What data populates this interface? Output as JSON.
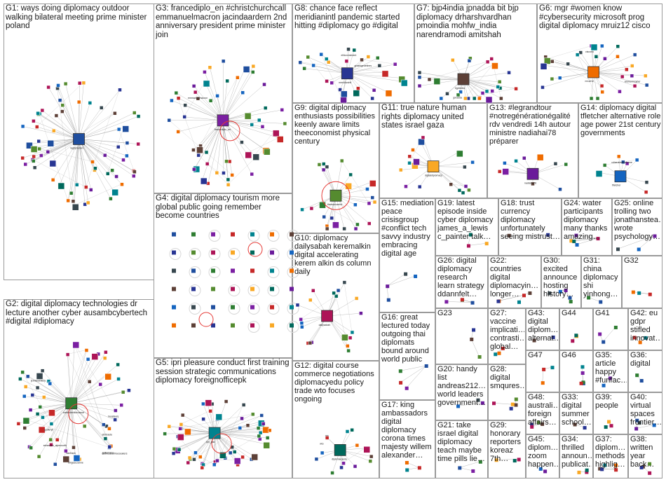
{
  "groups": [
    {
      "id": "G1",
      "label": "G1: ways doing diplomacy outdoor walking bilateral meeting prime minister poland"
    },
    {
      "id": "G2",
      "label": "G2: digital diplomacy technologies dr lecture another cyber ausambcybertech #digital #diplomacy"
    },
    {
      "id": "G3",
      "label": "G3: francediplo_en #christchurchcall emmanuelmacron jacindaardern 2nd anniversary president prime minister join"
    },
    {
      "id": "G4",
      "label": "G4: digital diplomacy tourism more global public going remember become countries"
    },
    {
      "id": "G5",
      "label": "G5: ipri pleasure conduct first training session strategic communications diplomacy foreignofficepk"
    },
    {
      "id": "G6",
      "label": "G6: mgr #women know #cybersecurity microsoft prog digital diplomacy mruiz12 cisco"
    },
    {
      "id": "G7",
      "label": "G7: bjp4india jpnadda bit bjp diplomacy drharshvardhan pmoindia mohfw_india narendramodi amitshah"
    },
    {
      "id": "G8",
      "label": "G8: chance face reflect meridianintl pandemic started hitting #diplomacy go #digital"
    },
    {
      "id": "G9",
      "label": "G9: digital diplomacy enthusiasts possibilities keenly aware limits theeconomist physical century"
    },
    {
      "id": "G10",
      "label": "G10: diplomacy dailysabah keremalkin digital accelerating kerem alkin ds column daily"
    },
    {
      "id": "G11",
      "label": "G11: true nature human rights diplomacy united states israel gaza"
    },
    {
      "id": "G12",
      "label": "G12: digital course commerce negotiations diplomacyedu policy trade wto focuses ongoing"
    },
    {
      "id": "G13",
      "label": "G13: #legrandtour #notregénérationégalité rdv vendredi 14h autour ministre nadiahai78 préparer"
    },
    {
      "id": "G14",
      "label": "G14: diplomacy digital tfletcher alternative role age power 21st century governments"
    },
    {
      "id": "G15",
      "label": "G15: mediation peace crisisgroup #conflict tech savvy industry embracing digital age"
    },
    {
      "id": "G16",
      "label": "G16: great lectured today outgoing thai diplomats bound around world public"
    },
    {
      "id": "G17",
      "label": "G17: king ambassadors digital diplomacy corona times majesty willem alexander…"
    },
    {
      "id": "G18",
      "label": "G18: trust currency diplomacy unfortunately seeing mistrust…"
    },
    {
      "id": "G19",
      "label": "G19: latest episode inside cyber diplomacy james_a_lewis c_painter talk…"
    },
    {
      "id": "G20",
      "label": "G20: handy list andreas212… world leaders government…"
    },
    {
      "id": "G21",
      "label": "G21: take israel digital diplomacy teach maybe time pills lie…"
    },
    {
      "id": "G22",
      "label": "G22: countries digital diplomacyin… longer…"
    },
    {
      "id": "G23",
      "label": "G23"
    },
    {
      "id": "G24",
      "label": "G24: water participants diplomacy many thanks amazing…"
    },
    {
      "id": "G25",
      "label": "G25: online trolling two jonathanstea… wrote psychology…"
    },
    {
      "id": "G26",
      "label": "G26: digital diplomacy research learn strategy ddannfelt…"
    },
    {
      "id": "G27",
      "label": "G27: vaccine implicati… contrasti… global…"
    },
    {
      "id": "G28",
      "label": "G28: digital smqures…"
    },
    {
      "id": "G29",
      "label": "G29: honorary reporters koreaz 7th…"
    },
    {
      "id": "G30",
      "label": "G30: excited announce hosting history…"
    },
    {
      "id": "G31",
      "label": "G31: china diplomacy shi yinhong…"
    },
    {
      "id": "G32",
      "label": "G32"
    },
    {
      "id": "G33",
      "label": "G33: digital summer school…"
    },
    {
      "id": "G34",
      "label": "G34: thrilled announ… publicat…"
    },
    {
      "id": "G35",
      "label": "G35: article happy #funfac…"
    },
    {
      "id": "G36",
      "label": "G36: digital"
    },
    {
      "id": "G37",
      "label": "G37: diplom… methods highlig…"
    },
    {
      "id": "G38",
      "label": "G38: written year back…"
    },
    {
      "id": "G39",
      "label": "G39: people"
    },
    {
      "id": "G40",
      "label": "G40: virtual spaces frontier…"
    },
    {
      "id": "G41",
      "label": "G41"
    },
    {
      "id": "G42",
      "label": "G42: eu gdpr stifled innovat…"
    },
    {
      "id": "G43",
      "label": "G43: digital diplom… alternat…"
    },
    {
      "id": "G44",
      "label": "G44"
    },
    {
      "id": "G45",
      "label": "G45: diplom… zoom happen…"
    },
    {
      "id": "G46",
      "label": "G46"
    },
    {
      "id": "G47",
      "label": "G47"
    },
    {
      "id": "G48",
      "label": "G48: australi… foreign affairs…"
    }
  ],
  "node_labels": {
    "G1": [
      "tegitphelton"
    ],
    "G2": [
      "anekistenfidovamar",
      "sebastien_alpesnorth",
      "dsdfrussianfreeseakers",
      "goitomana",
      "jenniewinkley",
      "sanfrank",
      "dingesuzanne",
      "etmhaute",
      "twojdeenj",
      "gudieryk"
    ],
    "G3": [
      "francediplo_en",
      "emmanuelmacron"
    ],
    "G5": [
      "ipri_pak"
    ],
    "G6": [
      "mruiz12",
      "womenincyber",
      "ciscoeu"
    ],
    "G7": [
      "bjp4india",
      "jpnadda"
    ],
    "G8": [
      "meridianintl",
      "ethiovestment",
      "gharkigedelines"
    ],
    "G9": [
      "theeconomist"
    ],
    "G10": [
      "dailysabah"
    ],
    "G11": [
      "digitaldiplomacy"
    ],
    "G12": [
      "diplomacyedu",
      "wto"
    ],
    "G13": [
      "nadiahai78"
    ],
    "G14": [
      "tfletcher",
      "cdiaedubahiafonne"
    ]
  },
  "colors": {
    "edge": "#8c8c8c",
    "border": "#9a9a9a",
    "node_palette": [
      "#1f4e9e",
      "#2e7d32",
      "#7b1fa2",
      "#c62828",
      "#00838f",
      "#ef6c00",
      "#5d4037",
      "#283593",
      "#558b2f",
      "#ad1457",
      "#f9a825",
      "#00695c",
      "#6a1b9a",
      "#1565c0",
      "#37474f"
    ]
  }
}
